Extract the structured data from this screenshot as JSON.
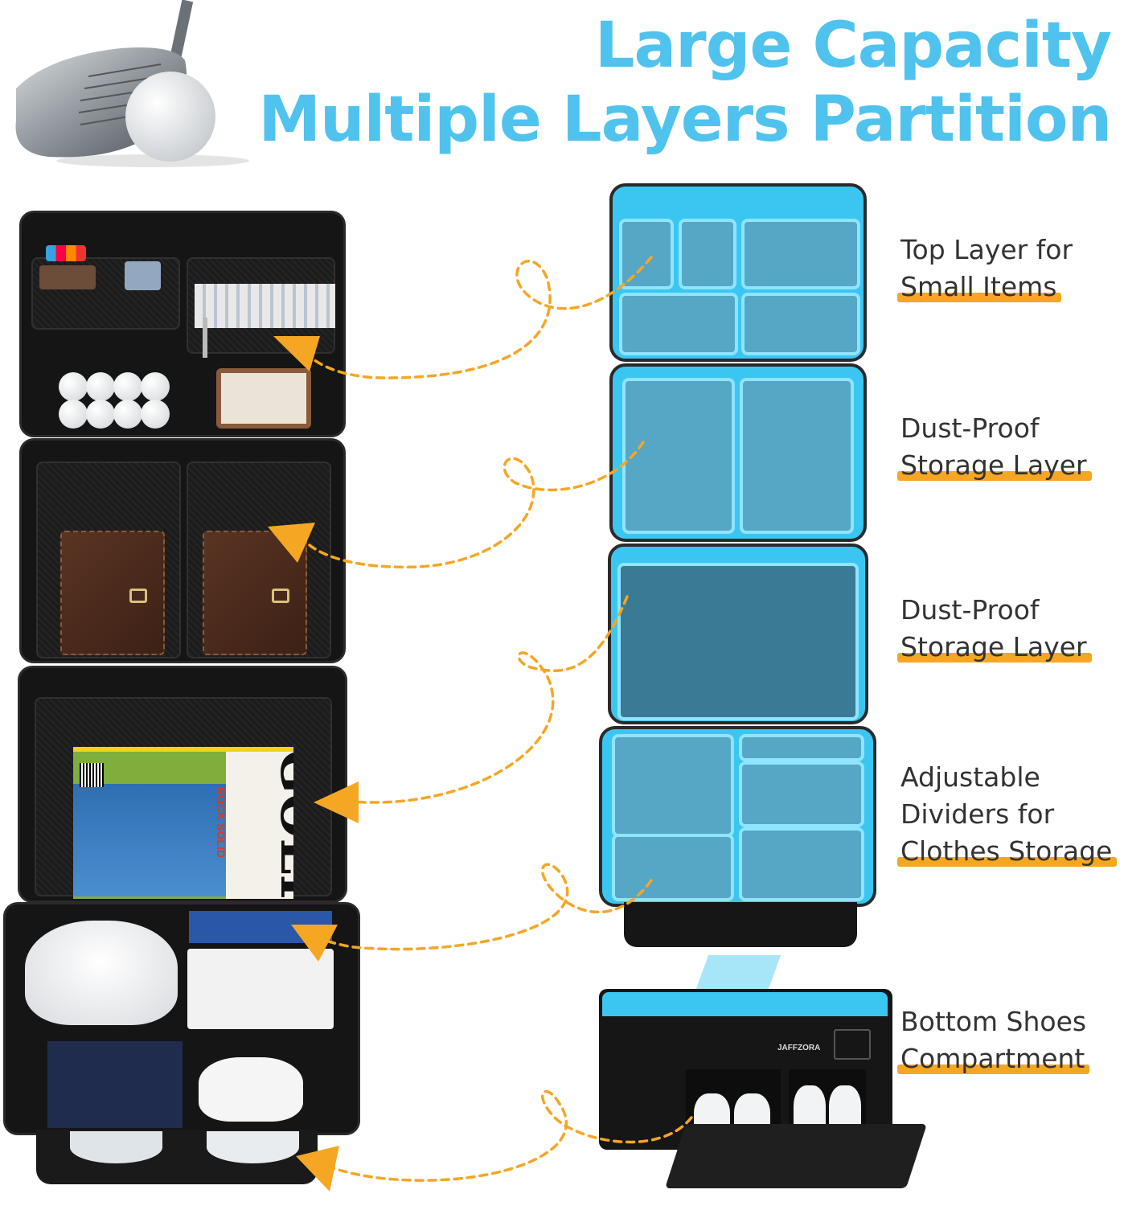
{
  "headline": {
    "line1": "Large Capacity",
    "line2": "Multiple Layers Partition"
  },
  "features": [
    {
      "line1": "Top Layer for",
      "line2": "Small Items"
    },
    {
      "line1": "Dust-Proof",
      "line2": "Storage Layer"
    },
    {
      "line1": "Dust-Proof",
      "line2": "Storage Layer"
    },
    {
      "line1": "Adjustable",
      "line2": "Dividers for",
      "line3": "Clothes Storage"
    },
    {
      "line1": "Bottom Shoes",
      "line2": "Compartment"
    }
  ],
  "magazine": {
    "title": "GOLF",
    "cover_line": "ROCK SOLID"
  },
  "brand": "JAFFZORA",
  "colors": {
    "headline": "#4fc3ee",
    "highlight": "#f5a623",
    "arrow": "#f5a623",
    "layer_glow": "#3bc6f2",
    "case": "#151515"
  },
  "icons": [
    "golf-club-icon",
    "golf-ball-icon",
    "arrow-icon"
  ]
}
